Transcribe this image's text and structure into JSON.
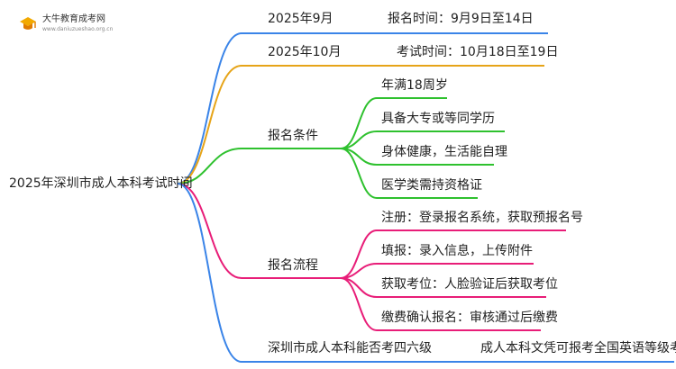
{
  "logo": {
    "name": "大牛教育成考网",
    "url": "www.daniuzueshao.org.cn"
  },
  "root": "2025年深圳市成人本科考试时间",
  "branches": {
    "sep": {
      "label": "2025年9月",
      "detail": "报名时间：9月9日至14日",
      "color": "#3a84e8"
    },
    "oct": {
      "label": "2025年10月",
      "detail": "考试时间：10月18日至19日",
      "color": "#e6a418"
    },
    "conditions": {
      "label": "报名条件",
      "color": "#2ec12e",
      "items": [
        "年满18周岁",
        "具备大专或等同学历",
        "身体健康，生活能自理",
        "医学类需持资格证"
      ]
    },
    "process": {
      "label": "报名流程",
      "color": "#e81d78",
      "items": [
        "注册：登录报名系统，获取预报名号",
        "填报：录入信息，上传附件",
        "获取考位：人脸验证后获取考位",
        "缴费确认报名：审核通过后缴费"
      ]
    },
    "cet": {
      "label": "深圳市成人本科能否考四六级",
      "detail": "成人本科文凭可报考全国英语等级考试",
      "color": "#3a84e8"
    }
  }
}
